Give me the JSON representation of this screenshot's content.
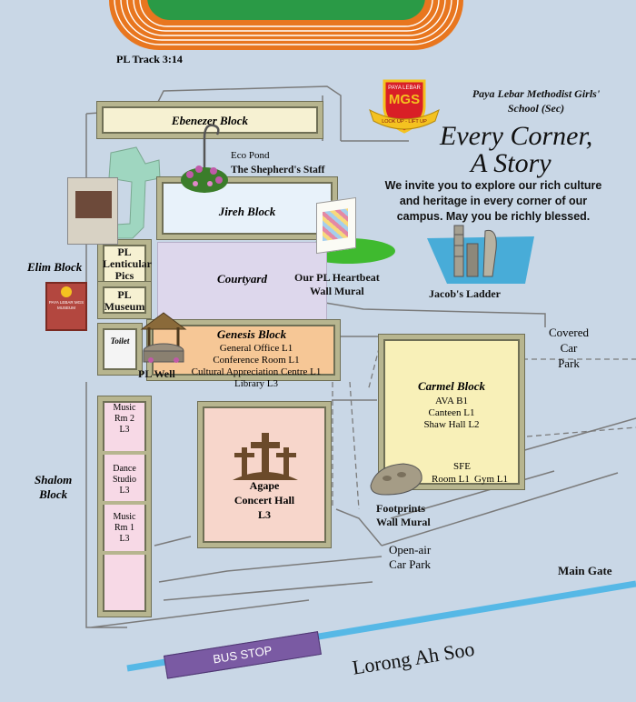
{
  "track_label": "PL Track 3:14",
  "school": {
    "badge_top": "PAYA LEBAR",
    "badge_mid": "MGS",
    "badge_bottom": "LOOK UP - LIFT UP",
    "name_line1": "Paya Lebar Methodist Girls'",
    "name_line2": "School (Sec)",
    "slogan_line1": "Every Corner,",
    "slogan_line2": "A Story",
    "intro_line1": "We invite you to explore our rich culture",
    "intro_line2": "and heritage in every corner of our",
    "intro_line3": "campus. May you be richly blessed."
  },
  "blocks": {
    "ebenezer": "Ebenezer Block",
    "jireh": "Jireh Block",
    "courtyard": "Courtyard",
    "pl_lenticular": [
      "PL",
      "Lenticular",
      "Pics"
    ],
    "pl_museum": [
      "PL",
      "Museum"
    ],
    "toilet": "Toilet",
    "genesis": {
      "title": "Genesis Block",
      "rooms": [
        "General Office L1",
        "Conference Room L1",
        "Cultural Appreciation Centre L1",
        "Library L3"
      ]
    },
    "carmel": {
      "title": "Carmel Block",
      "rooms": [
        "AVA B1",
        "Canteen L1",
        "Shaw Hall L2"
      ],
      "sfe": "SFE",
      "room_l1": "Room L1",
      "gym": "Gym L1"
    },
    "agape": [
      "Agape",
      "Concert Hall",
      "L3"
    ],
    "shalom": [
      "Shalom",
      "Block"
    ],
    "shalom_rooms": [
      [
        "Music",
        "Rm 2",
        "L3"
      ],
      [
        "Dance",
        "Studio",
        "L3"
      ],
      [
        "Music",
        "Rm 1",
        "L3"
      ]
    ]
  },
  "features": {
    "eco_pond": "Eco Pond",
    "shepherds_staff": "The Shepherd's Staff",
    "heartbeat": [
      "Our PL Heartbeat",
      "Wall Mural"
    ],
    "jacobs_ladder": "Jacob's Ladder",
    "pl_well": "PL Well",
    "elim_block": "Elim Block",
    "museum_sign": [
      "PAYA LEBAR MGS",
      "MUSEUM"
    ],
    "footprints": [
      "Footprints",
      "Wall Mural"
    ]
  },
  "areas": {
    "covered_car_park": [
      "Covered",
      "Car",
      "Park"
    ],
    "open_air_car_park": [
      "Open-air",
      "Car Park"
    ],
    "main_gate": "Main Gate",
    "bus_stop": "BUS STOP",
    "road": "Lorong Ah Soo"
  },
  "colors": {
    "background": "#c9d7e6",
    "track": "#e8761f",
    "field": "#2a9a46",
    "ebenezer": "#f6f1d2",
    "jireh": "#e8f2fa",
    "courtyard": "#ddd7ec",
    "genesis": "#f6c796",
    "carmel": "#f8f0b8",
    "agape": "#f7d6cb",
    "shalom": "#f7d9e6",
    "road": "#56b8e6",
    "bus_stop": "#7a5aa3"
  }
}
